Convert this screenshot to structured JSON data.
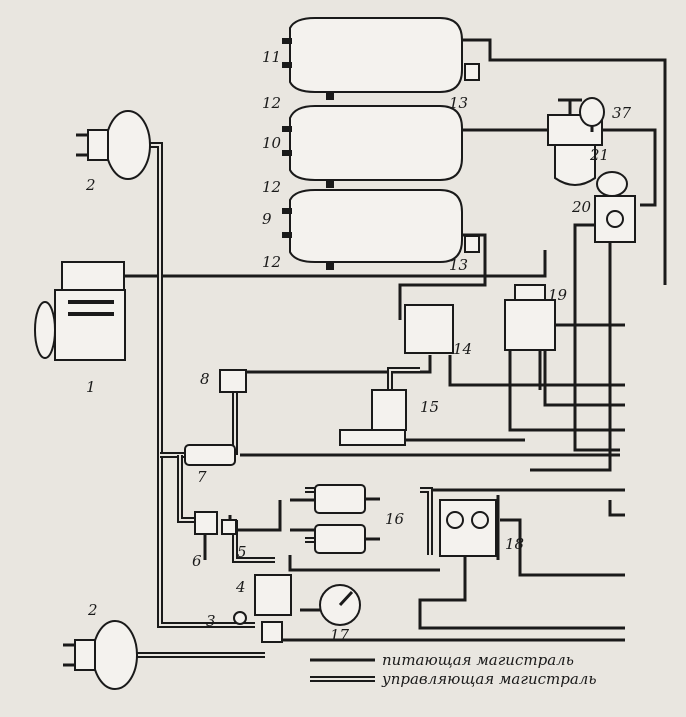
{
  "labels": {
    "n1": "1",
    "n2a": "2",
    "n2b": "2",
    "n3": "3",
    "n4": "4",
    "n5": "5",
    "n6": "6",
    "n7": "7",
    "n8": "8",
    "n9": "9",
    "n10": "10",
    "n11": "11",
    "n12a": "12",
    "n12b": "12",
    "n12c": "12",
    "n13a": "13",
    "n13b": "13",
    "n14": "14",
    "n15": "15",
    "n16": "16",
    "n17": "17",
    "n18": "18",
    "n19": "19",
    "n20": "20",
    "n21": "21",
    "n37": "37"
  },
  "legend": {
    "supply": "питающая магистраль",
    "control": "управляющая магистраль"
  }
}
